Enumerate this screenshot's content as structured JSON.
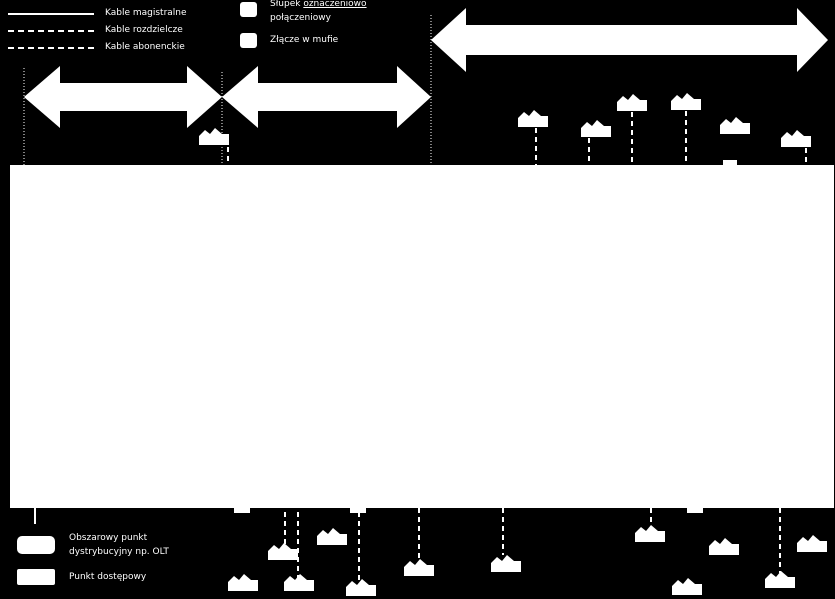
{
  "legend": {
    "trunk_label": "Kable magistralne",
    "distribution_label": "Kable rozdzielcze",
    "subscriber_label": "Kable abonenckie",
    "pole_label_part1": "Słupek ",
    "pole_label_part2": "oznaczeniowo",
    "pole_label_line2": "połączeniowy",
    "splice_label": "Złącze w mufie",
    "olt_label_line1": "Obszarowy punkt",
    "olt_label_line2": "dystrybucyjny  np. OLT",
    "access_point_label": "Punkt dostępowy"
  },
  "colors": {
    "background": "#000000",
    "foreground": "#ffffff"
  },
  "icons": {
    "house": "house-icon",
    "arrow": "double-arrow"
  }
}
